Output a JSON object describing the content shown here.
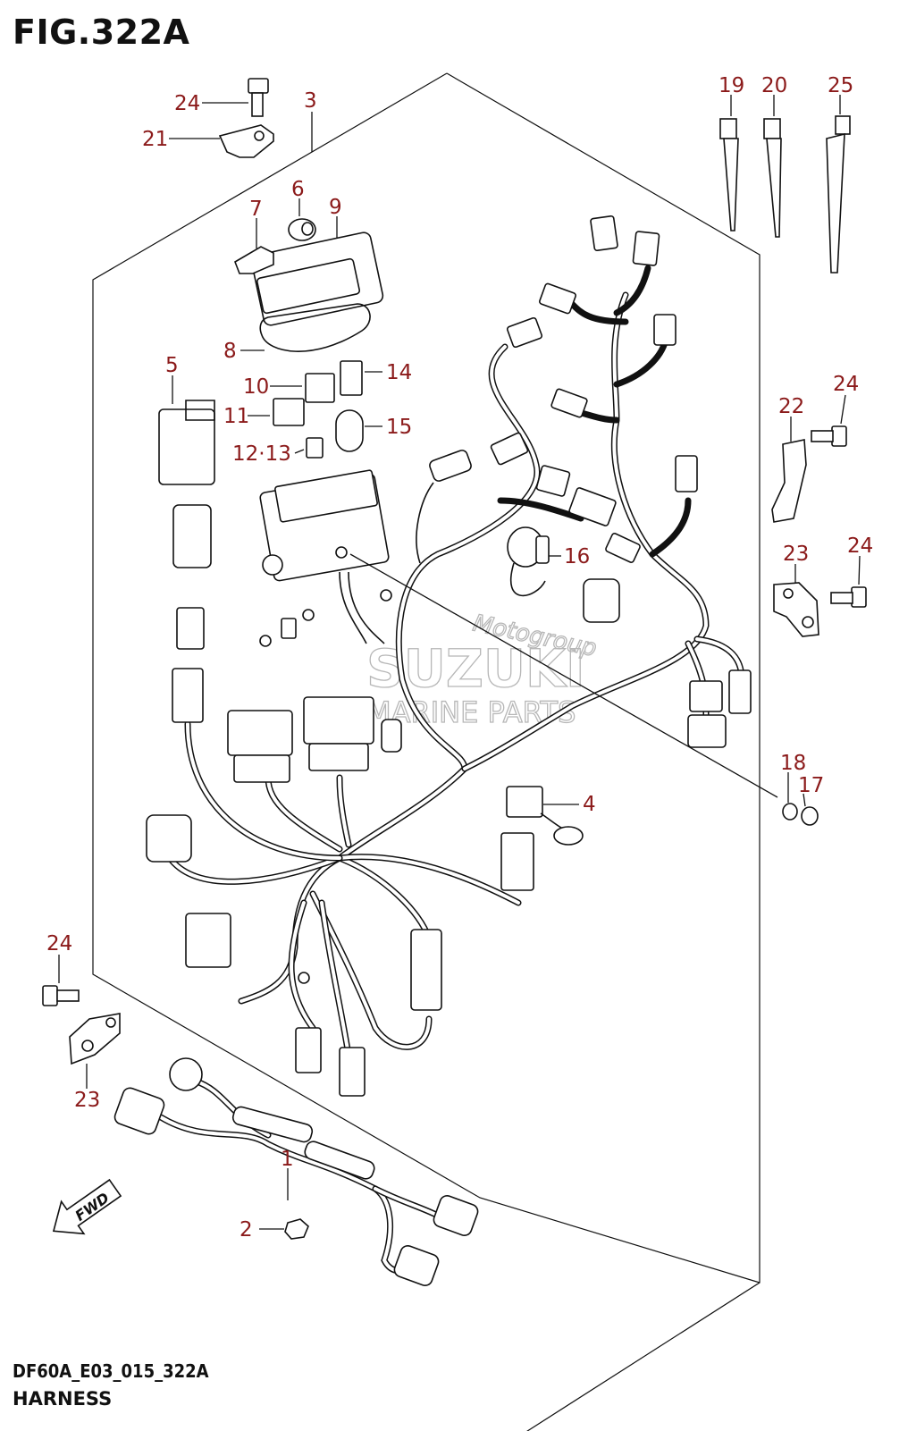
{
  "figure_title": "FIG.322A",
  "model_code": "DF60A_E03_015_322A",
  "section_name": "HARNESS",
  "watermark": {
    "line1": "Motogroup",
    "line2": "SUZUKI",
    "line3": "MARINE PARTS"
  },
  "fwd_label": "FWD",
  "callouts": [
    "1",
    "2",
    "3",
    "4",
    "5",
    "6",
    "7",
    "8",
    "9",
    "10",
    "11",
    "12·13",
    "14",
    "15",
    "16",
    "17",
    "18",
    "19",
    "20",
    "21",
    "22",
    "23",
    "24",
    "25"
  ],
  "colors": {
    "callout": "#8b1a1a",
    "line": "#111111",
    "watermark": "#b7b7b7"
  }
}
